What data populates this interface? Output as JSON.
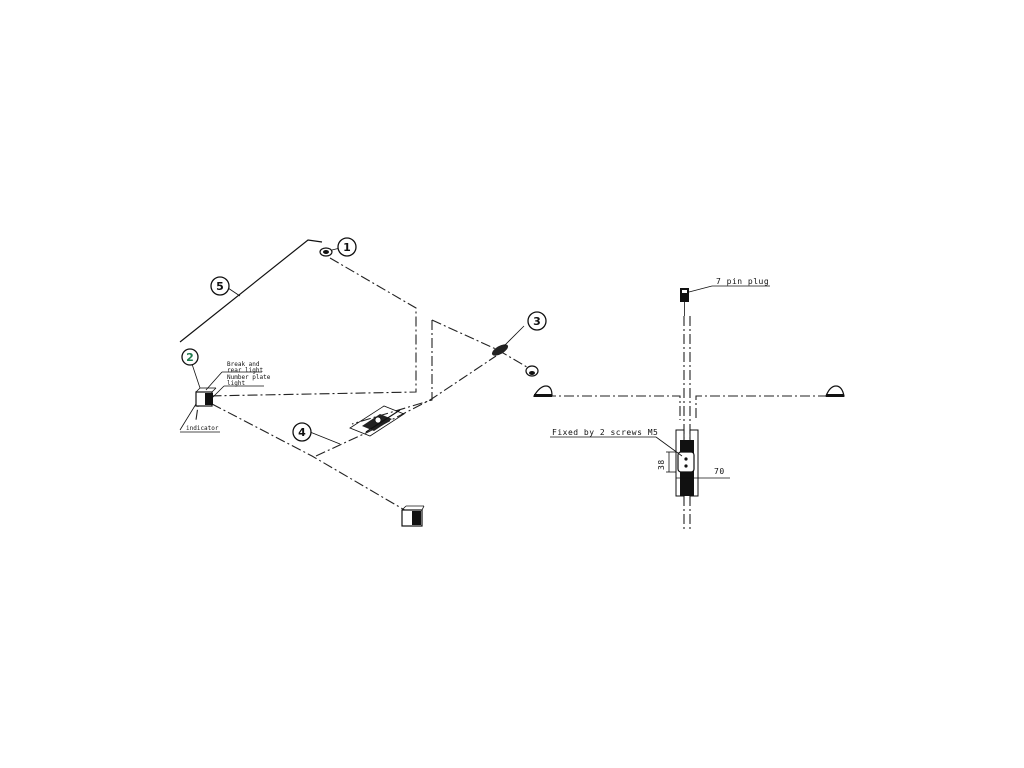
{
  "callouts": {
    "c1": "1",
    "c2": "2",
    "c3": "3",
    "c4": "4",
    "c5": "5"
  },
  "labels": {
    "brake_rear_1": "Break and",
    "brake_rear_2": "rear light",
    "number_plate_1": "Number plate",
    "number_plate_2": "light",
    "indicator": "indicator",
    "seven_pin_plug": "7 pin plug",
    "fixed_by": "Fixed by 2 screws M5"
  },
  "dimensions": {
    "height": "38",
    "width": "70"
  },
  "colors": {
    "line": "#111111",
    "callout_2_fill": "#1f7a4d"
  }
}
